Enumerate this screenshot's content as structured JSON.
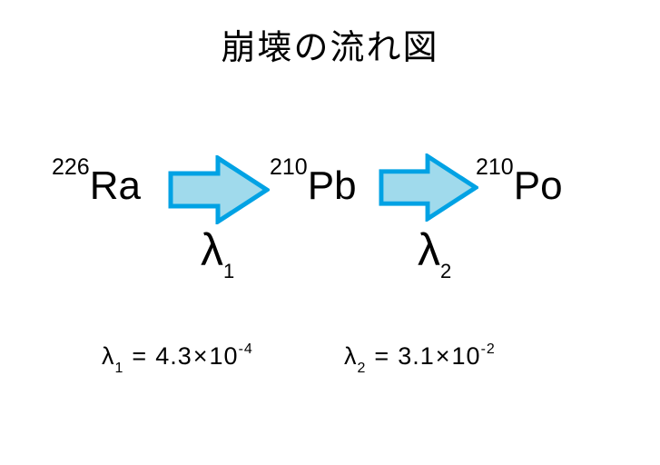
{
  "title": "崩壊の流れ図",
  "colors": {
    "background": "#FFFFFF",
    "text": "#000000",
    "arrow_fill": "#A0DAEC",
    "arrow_border": "#00A2E4"
  },
  "chain": {
    "nuclides": [
      {
        "mass": "226",
        "symbol": "Ra"
      },
      {
        "mass": "210",
        "symbol": "Pb"
      },
      {
        "mass": "210",
        "symbol": "Po"
      }
    ],
    "arrows": [
      {
        "icon": "right-block-arrow",
        "label_base": "λ",
        "label_sub": "1"
      },
      {
        "icon": "right-block-arrow",
        "label_base": "λ",
        "label_sub": "2"
      }
    ]
  },
  "equations": [
    {
      "lhs_base": "λ",
      "lhs_sub": "1",
      "equals": "=",
      "mantissa": "4.3",
      "times": "×",
      "base": "10",
      "exponent": "-4"
    },
    {
      "lhs_base": "λ",
      "lhs_sub": "2",
      "equals": "=",
      "mantissa": "3.1",
      "times": "×",
      "base": "10",
      "exponent": "-2"
    }
  ]
}
